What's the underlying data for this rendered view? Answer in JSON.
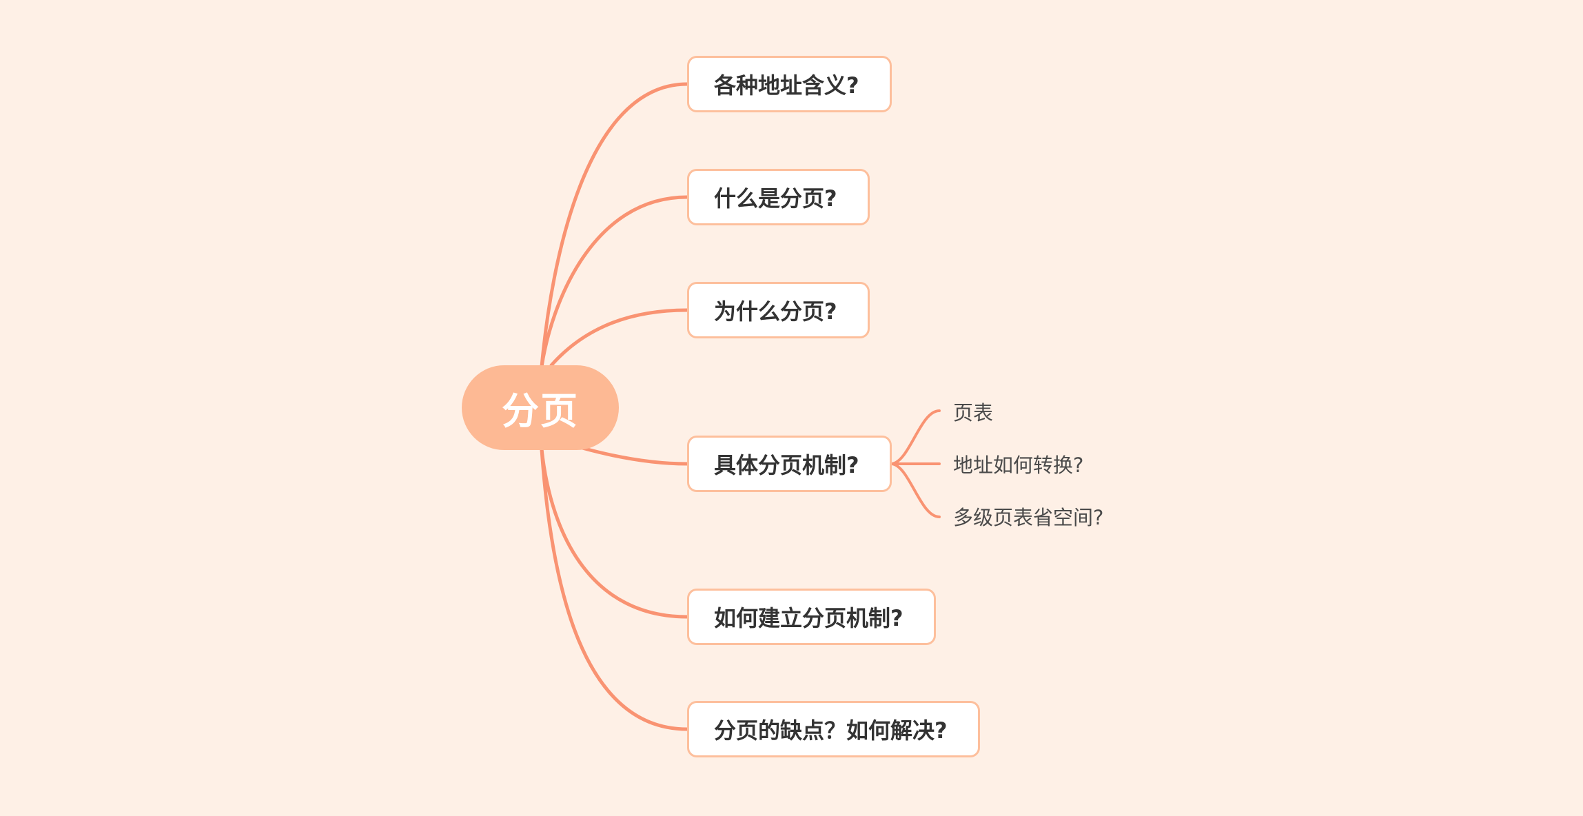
{
  "root": {
    "label": "分页"
  },
  "topics": [
    {
      "label": "各种地址含义?"
    },
    {
      "label": "什么是分页?"
    },
    {
      "label": "为什么分页?"
    },
    {
      "label": "具体分页机制?"
    },
    {
      "label": "如何建立分页机制?"
    },
    {
      "label": "分页的缺点？如何解决?"
    }
  ],
  "subtopics": [
    {
      "label": "页表"
    },
    {
      "label": "地址如何转换?"
    },
    {
      "label": "多级页表省空间?"
    }
  ],
  "colors": {
    "background": "#fef0e6",
    "root_fill": "#fdb994",
    "connector": "#f99372",
    "topic_border": "#fdbf9c"
  }
}
